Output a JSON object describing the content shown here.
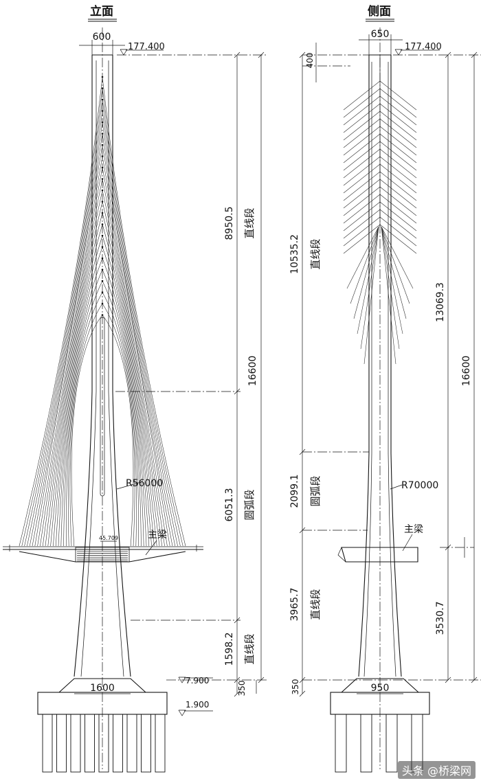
{
  "views": {
    "front": {
      "title": "立面",
      "top_width": "600",
      "top_elev": "177.400",
      "base_width": "1600",
      "elev_cap_top": "7.900",
      "elev_cap_bottom": "1.900",
      "radius": "R56000",
      "girder_elev": "45.709",
      "girder_label": "主梁",
      "dim_upper": "8950.5",
      "dim_arc": "6051.3",
      "dim_lower": "1598.2",
      "dim_total": "16600",
      "dim_base": "350",
      "seg_straight_upper": "直线段",
      "seg_arc": "圆弧段",
      "seg_straight_lower": "直线段"
    },
    "side": {
      "title": "侧面",
      "top_width": "650",
      "top_elev": "177.400",
      "top_offset": "400",
      "base_width": "950",
      "radius": "R70000",
      "girder_label": "主梁",
      "dim_upper": "10535.2",
      "dim_arc": "2099.1",
      "dim_lower": "3965.7",
      "dim_cable": "13069.3",
      "dim_below_girder": "3530.7",
      "dim_total": "16600",
      "dim_base": "350",
      "seg_straight_upper": "直线段",
      "seg_arc": "圆弧段",
      "seg_straight_lower": "直线段"
    }
  },
  "watermark": "头条 @桥梁网"
}
